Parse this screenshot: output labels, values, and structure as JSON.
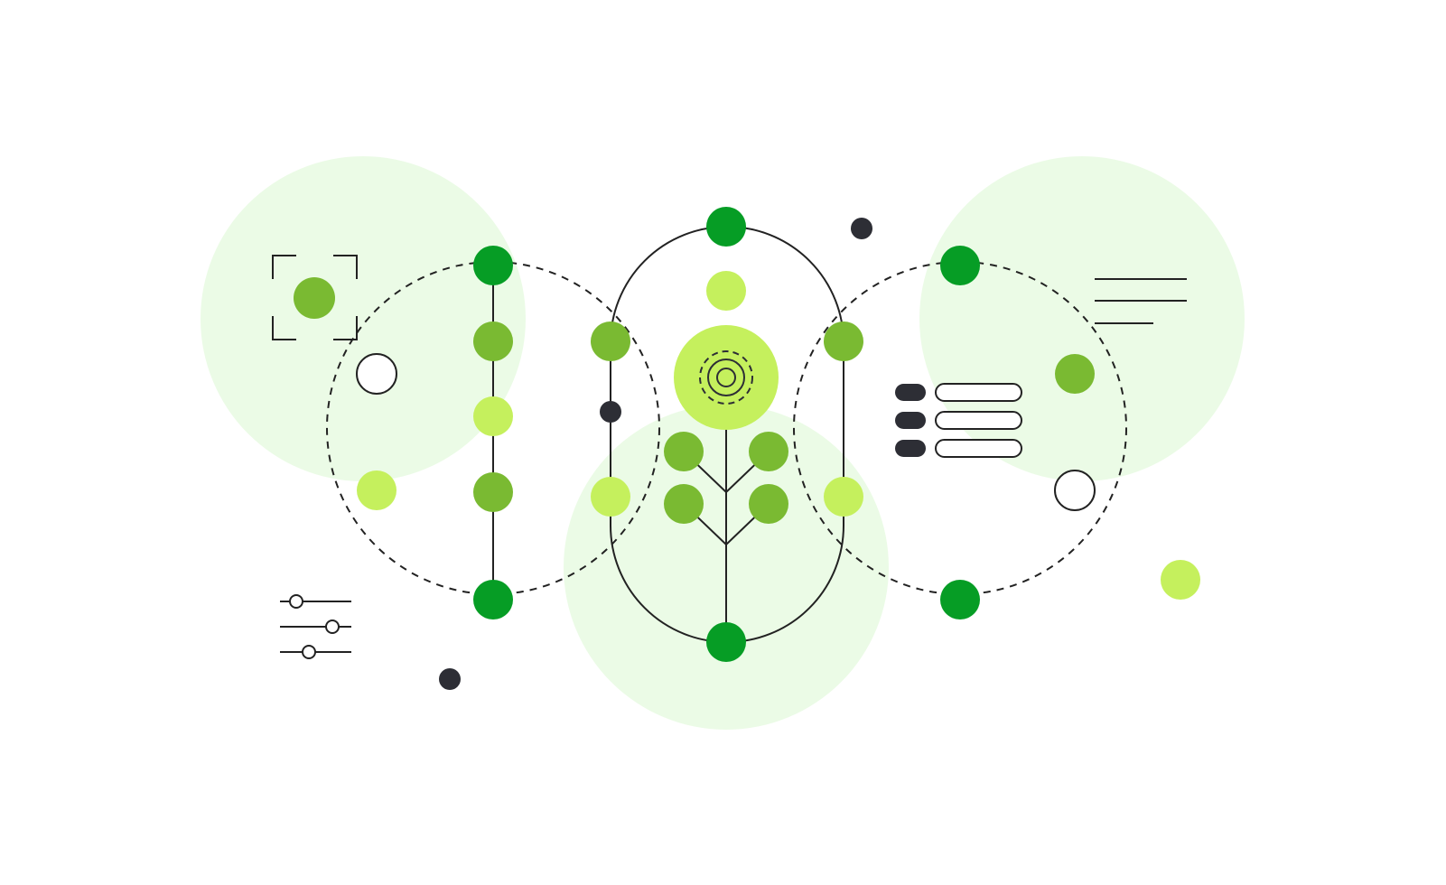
{
  "colors": {
    "background": "#ffffff",
    "halo": "#ebfbe6",
    "dark_green": "#069d25",
    "mid_green": "#7aba32",
    "light_green": "#c5f05d",
    "ink": "#2d2e35",
    "stroke": "#222222"
  },
  "icons": {
    "focus": "focus-frame-icon",
    "sliders": "sliders-icon",
    "gear": "gear-icon",
    "text_lines": "text-lines-icon",
    "list": "list-icon"
  },
  "list_rows": 3,
  "text_lines": 3,
  "slider_rows": 3
}
